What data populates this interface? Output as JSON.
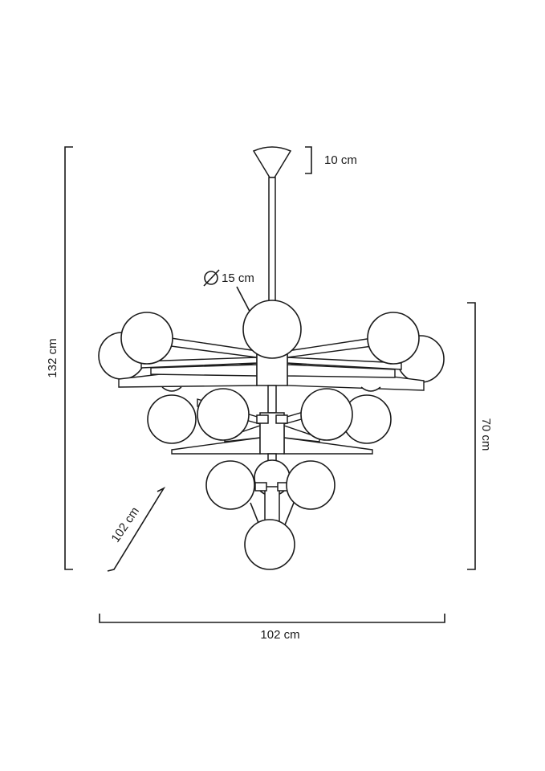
{
  "diagram": {
    "labels": {
      "canopy_height": "10 cm",
      "bulb_diameter": "15 cm",
      "total_height": "132 cm",
      "body_height": "70 cm",
      "depth": "102 cm",
      "width": "102 cm"
    },
    "colors": {
      "line": "#1a1a1a",
      "background": "#ffffff"
    },
    "icons": {
      "diameter_symbol": "diameter-icon"
    }
  }
}
